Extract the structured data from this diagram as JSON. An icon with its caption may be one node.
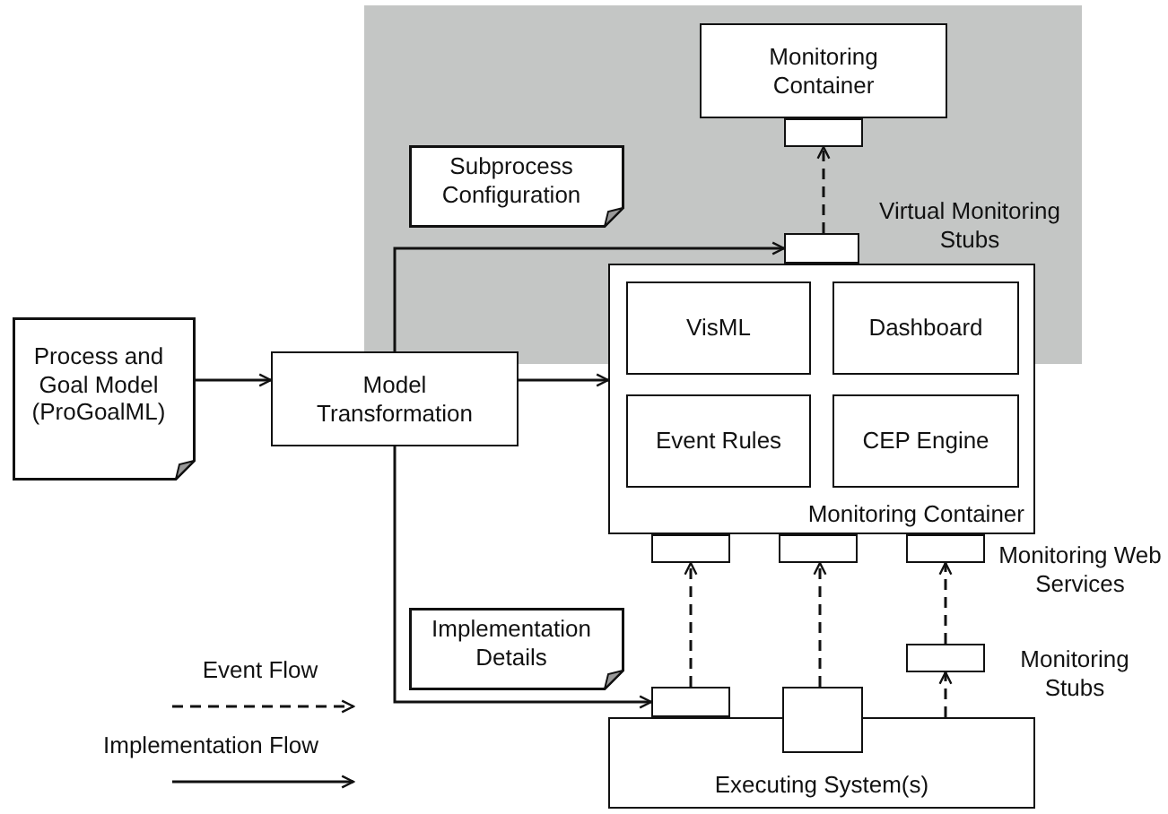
{
  "diagram": {
    "nodes": [
      {
        "text": [
          "Monitoring Container"
        ]
      },
      {
        "text": [],
        "shape": "box"
      },
      {
        "text": [
          "Subprocess Configuration"
        ]
      },
      {
        "text": [],
        "shape": "box",
        "beside": [
          "Virtual Monitoring Stubs"
        ]
      },
      {
        "text": [
          "Process and Goal Model (ProGoalML)"
        ]
      },
      {
        "text": [
          "Model Transformation"
        ]
      },
      {
        "text": [
          "Monitoring Container"
        ]
      },
      {
        "text": [
          "VisML"
        ],
        "in": 6
      },
      {
        "text": [
          "Dashboard"
        ],
        "in": 6
      },
      {
        "text": [
          "Event Rules"
        ],
        "in": 6
      },
      {
        "text": [
          "CEP Engine"
        ],
        "in": 6
      },
      {
        "text": [],
        "shape": "box"
      },
      {
        "text": [],
        "shape": "box"
      },
      {
        "text": [],
        "shape": "box",
        "beside": [
          "Monitoring Web Services"
        ]
      },
      {
        "text": [
          "Implementation Details"
        ]
      },
      {
        "text": [],
        "shape": "box"
      },
      {
        "text": [],
        "shape": "box"
      },
      {
        "text": [],
        "shape": "box"
      },
      {
        "text": [
          "Executing System(s)"
        ]
      }
    ],
    "edges": [
      {
        "from": 4,
        "to": 5,
        "arrow": "to"
      },
      {
        "from": 5,
        "to": 6,
        "arrow": "to"
      },
      {
        "from": 5,
        "to": 3,
        "arrow": "to"
      },
      {
        "from": 5,
        "to": 16,
        "arrow": "to"
      },
      {
        "from": 3,
        "to": 1,
        "arrow": "to",
        "style": "dashed"
      },
      {
        "from": 16,
        "to": 11,
        "arrow": "to",
        "style": "dashed"
      },
      {
        "from": 17,
        "to": 12,
        "arrow": "to",
        "style": "dashed"
      },
      {
        "from": 18,
        "to": 15,
        "arrow": "to",
        "style": "dashed"
      },
      {
        "from": 15,
        "to": 13,
        "arrow": "to",
        "style": "dashed"
      }
    ],
    "labels": [
      "Monitoring Stubs"
    ],
    "legend": [
      {
        "text": "Event Flow"
      },
      {
        "text": "Implementation Flow"
      }
    ]
  }
}
